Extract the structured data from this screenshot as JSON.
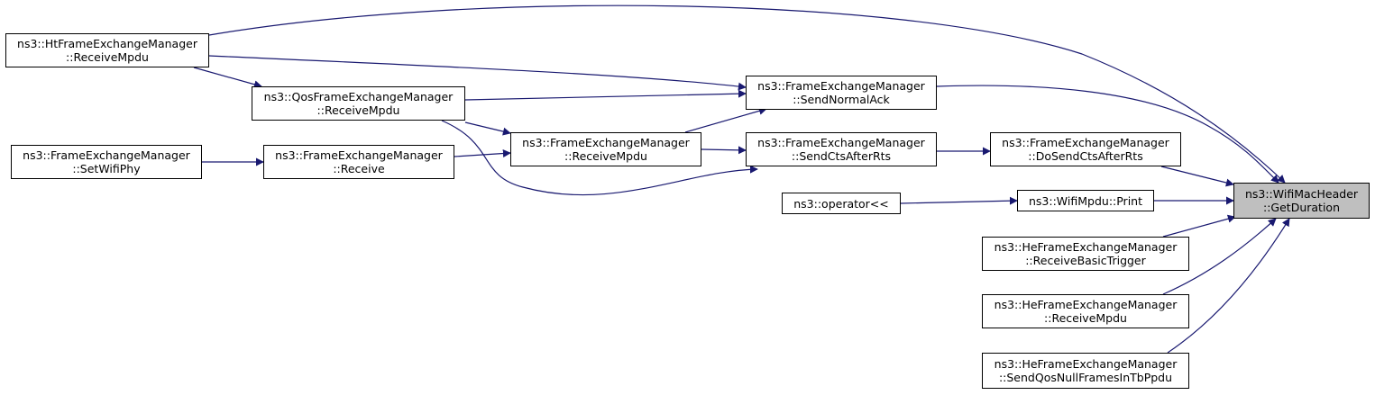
{
  "colors": {
    "edge": "#191970",
    "node_border": "#000000",
    "node_fill": "#ffffff",
    "target_fill": "#bfbfbf"
  },
  "nodes": {
    "target": {
      "line1": "ns3::WifiMacHeader",
      "line2": "::GetDuration"
    },
    "ht_receive": {
      "line1": "ns3::HtFrameExchangeManager",
      "line2": "::ReceiveMpdu"
    },
    "qos_receive": {
      "line1": "ns3::QosFrameExchangeManager",
      "line2": "::ReceiveMpdu"
    },
    "fem_setphy": {
      "line1": "ns3::FrameExchangeManager",
      "line2": "::SetWifiPhy"
    },
    "fem_receive": {
      "line1": "ns3::FrameExchangeManager",
      "line2": "::Receive"
    },
    "fem_receivempdu": {
      "line1": "ns3::FrameExchangeManager",
      "line2": "::ReceiveMpdu"
    },
    "fem_sendack": {
      "line1": "ns3::FrameExchangeManager",
      "line2": "::SendNormalAck"
    },
    "fem_sendcts": {
      "line1": "ns3::FrameExchangeManager",
      "line2": "::SendCtsAfterRts"
    },
    "fem_dosendcts": {
      "line1": "ns3::FrameExchangeManager",
      "line2": "::DoSendCtsAfterRts"
    },
    "operator": {
      "line1": "ns3::operator<<",
      "line2": ""
    },
    "mpdu_print": {
      "line1": "ns3::WifiMpdu::Print",
      "line2": ""
    },
    "he_basictrigger": {
      "line1": "ns3::HeFrameExchangeManager",
      "line2": "::ReceiveBasicTrigger"
    },
    "he_receivempdu": {
      "line1": "ns3::HeFrameExchangeManager",
      "line2": "::ReceiveMpdu"
    },
    "he_sendqosnull": {
      "line1": "ns3::HeFrameExchangeManager",
      "line2": "::SendQosNullFramesInTbPpdu"
    }
  },
  "edges": [
    {
      "from": "ht_receive",
      "to": "target"
    },
    {
      "from": "ht_receive",
      "to": "fem_sendack"
    },
    {
      "from": "ht_receive",
      "to": "qos_receive"
    },
    {
      "from": "qos_receive",
      "to": "fem_sendack"
    },
    {
      "from": "qos_receive",
      "to": "fem_receivempdu"
    },
    {
      "from": "qos_receive",
      "to": "fem_sendcts"
    },
    {
      "from": "fem_setphy",
      "to": "fem_receive"
    },
    {
      "from": "fem_receive",
      "to": "fem_receivempdu"
    },
    {
      "from": "fem_receivempdu",
      "to": "fem_sendack"
    },
    {
      "from": "fem_receivempdu",
      "to": "fem_sendcts"
    },
    {
      "from": "fem_sendack",
      "to": "target"
    },
    {
      "from": "fem_sendcts",
      "to": "fem_dosendcts"
    },
    {
      "from": "fem_dosendcts",
      "to": "target"
    },
    {
      "from": "operator",
      "to": "mpdu_print"
    },
    {
      "from": "mpdu_print",
      "to": "target"
    },
    {
      "from": "he_basictrigger",
      "to": "target"
    },
    {
      "from": "he_receivempdu",
      "to": "target"
    },
    {
      "from": "he_sendqosnull",
      "to": "target"
    }
  ]
}
